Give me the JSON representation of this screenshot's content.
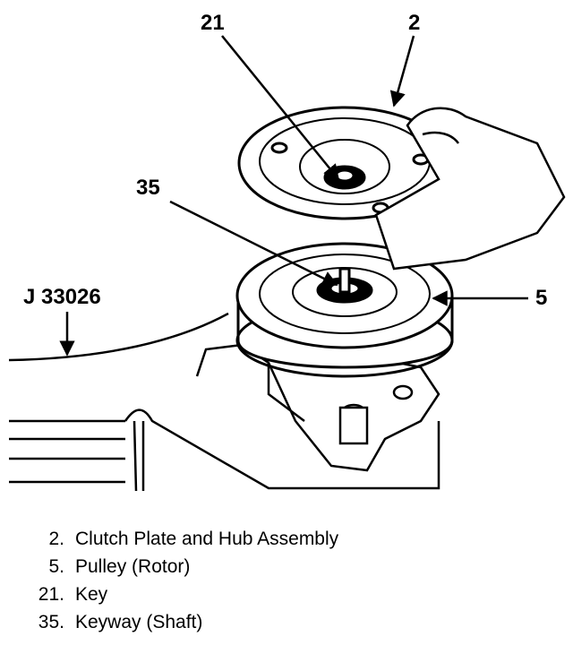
{
  "callouts": {
    "c21": "21",
    "c2": "2",
    "c35": "35",
    "c5": "5",
    "tool": "J 33026"
  },
  "legend": [
    {
      "num": "2.",
      "text": "Clutch Plate and Hub Assembly"
    },
    {
      "num": "5.",
      "text": "Pulley (Rotor)"
    },
    {
      "num": "21.",
      "text": "Key"
    },
    {
      "num": "35.",
      "text": "Keyway (Shaft)"
    }
  ]
}
